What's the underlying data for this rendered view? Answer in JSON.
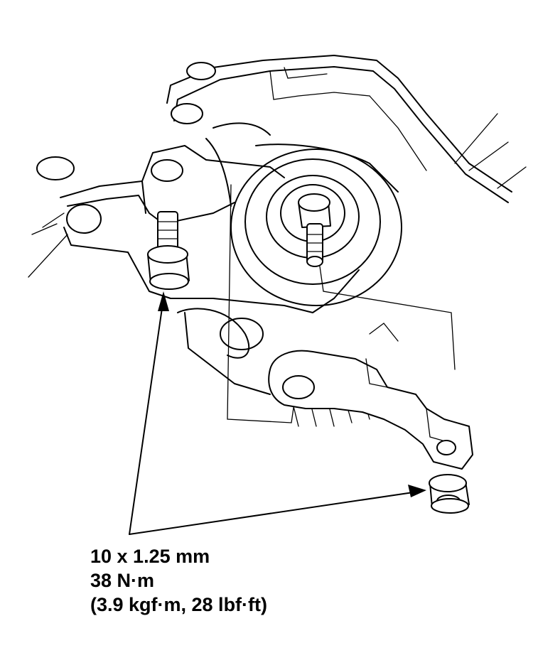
{
  "spec": {
    "bolt_size": "10 x 1.25 mm",
    "torque_si": "38 N·m",
    "torque_alt": "(3.9 kgf·m, 28 lbf·ft)"
  }
}
